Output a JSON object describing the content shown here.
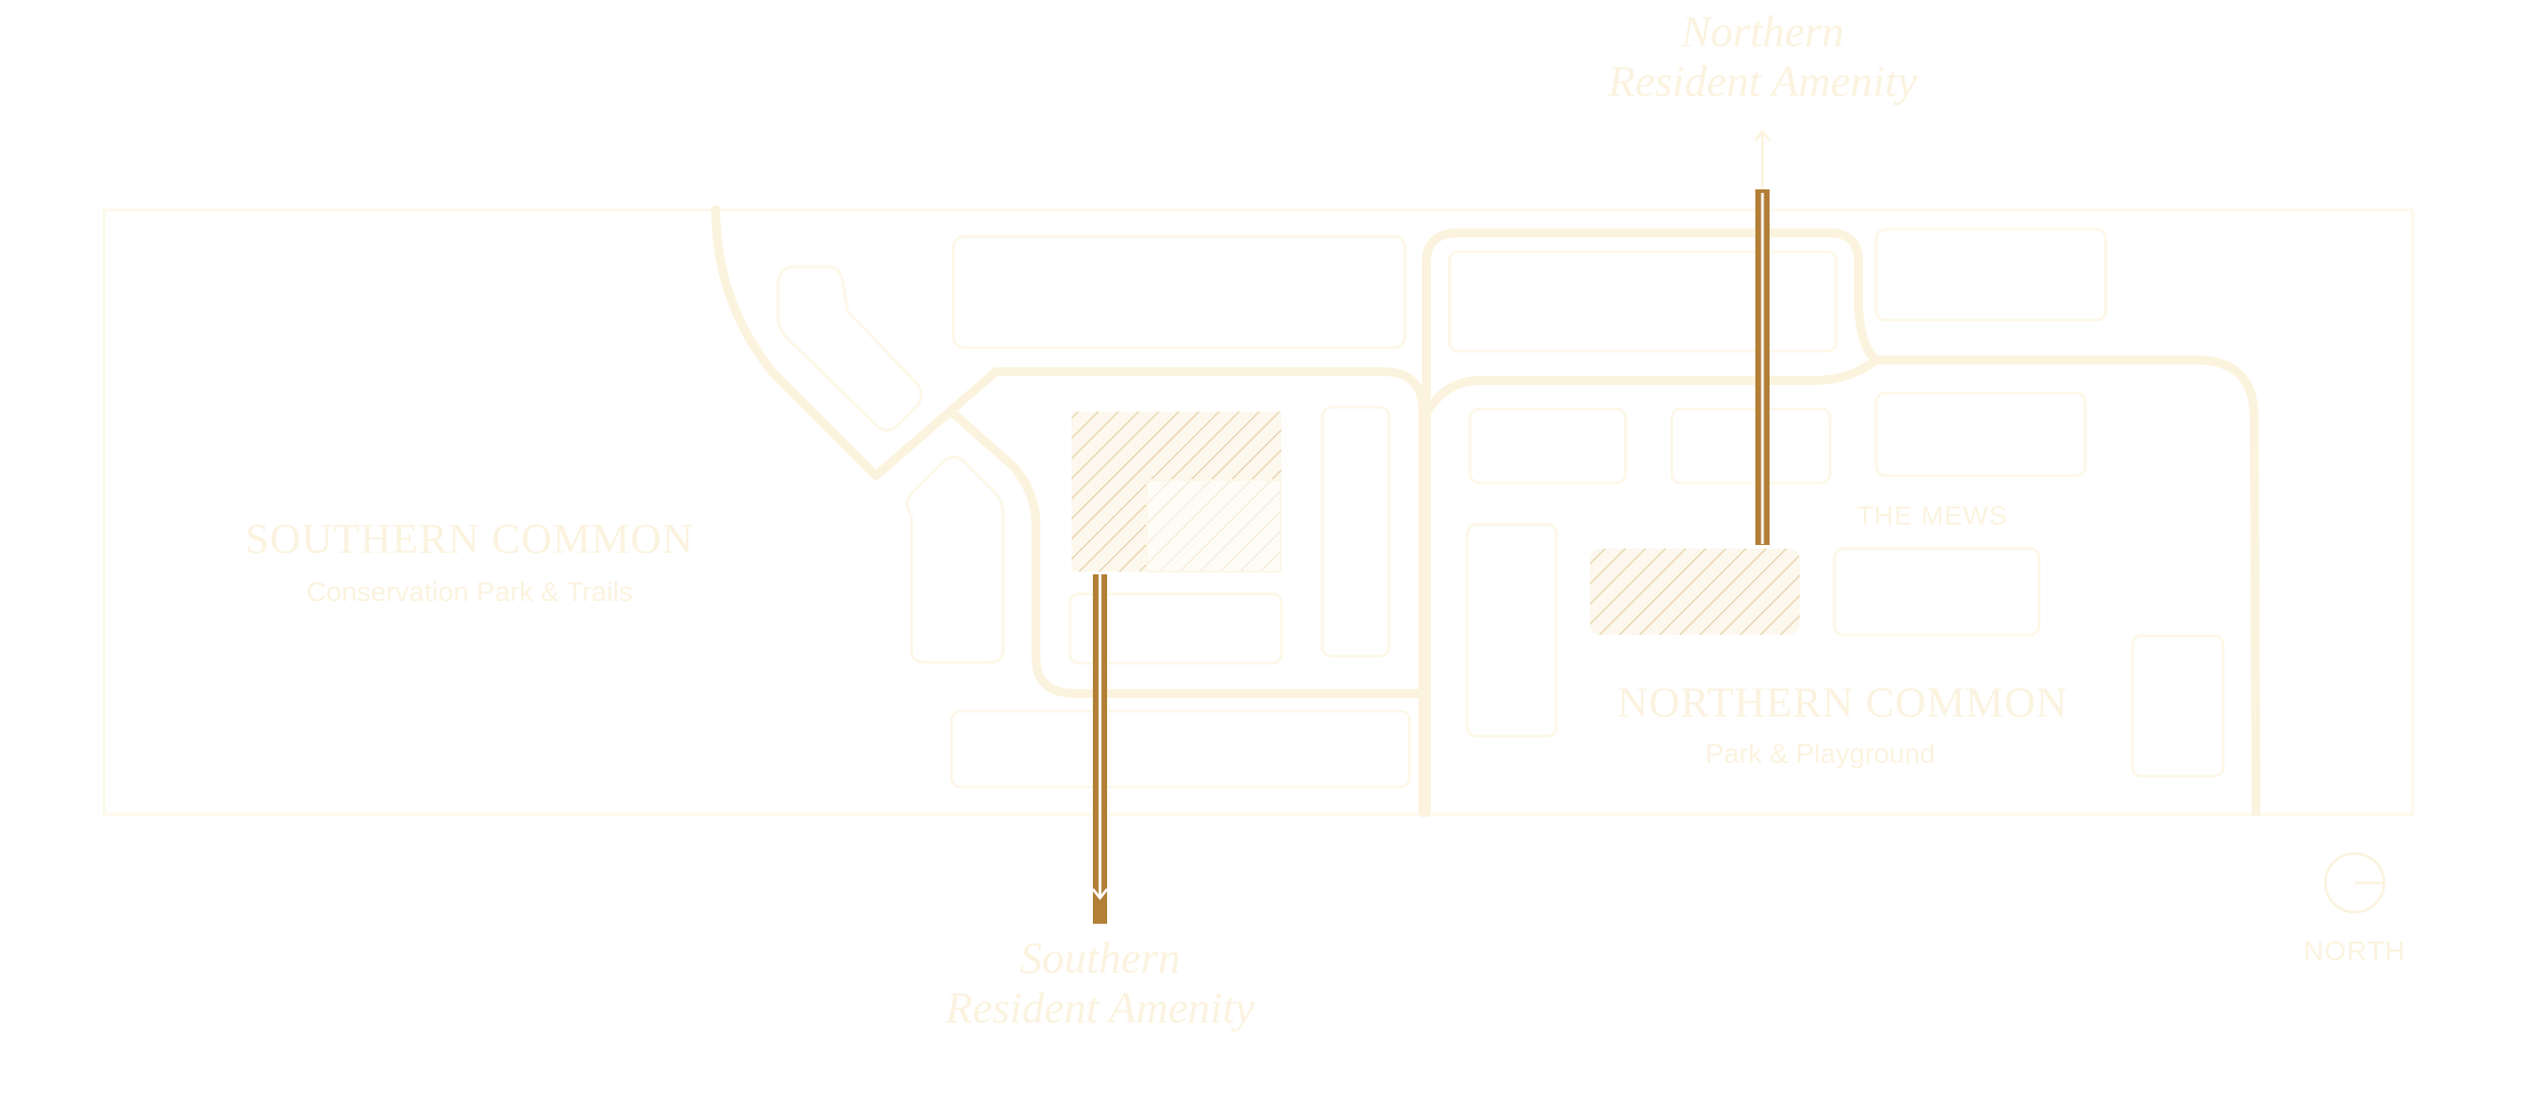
{
  "labels": {
    "southern_common": "SOUTHERN COMMON",
    "southern_common_sub": "Conservation Park & Trails",
    "northern_common": "NORTHERN COMMON",
    "northern_common_sub": "Park & Playground",
    "the_mews": "THE MEWS",
    "northern_amenity_line1": "Northern",
    "northern_amenity_line2": "Resident Amenity",
    "southern_amenity_line1": "Southern",
    "southern_amenity_line2": "Resident Amenity",
    "north": "NORTH"
  },
  "colors": {
    "outline": "#fdf8ea",
    "path": "#fcf3de",
    "label": "#fbf3df",
    "gold": "#b27f36",
    "hatch": "#e8d3ac",
    "hatch_fill": "#fdf8ee"
  },
  "icons": {
    "compass": "north-compass-icon",
    "arrow_up": "arrow-up-icon",
    "arrow_down": "arrow-down-icon"
  }
}
